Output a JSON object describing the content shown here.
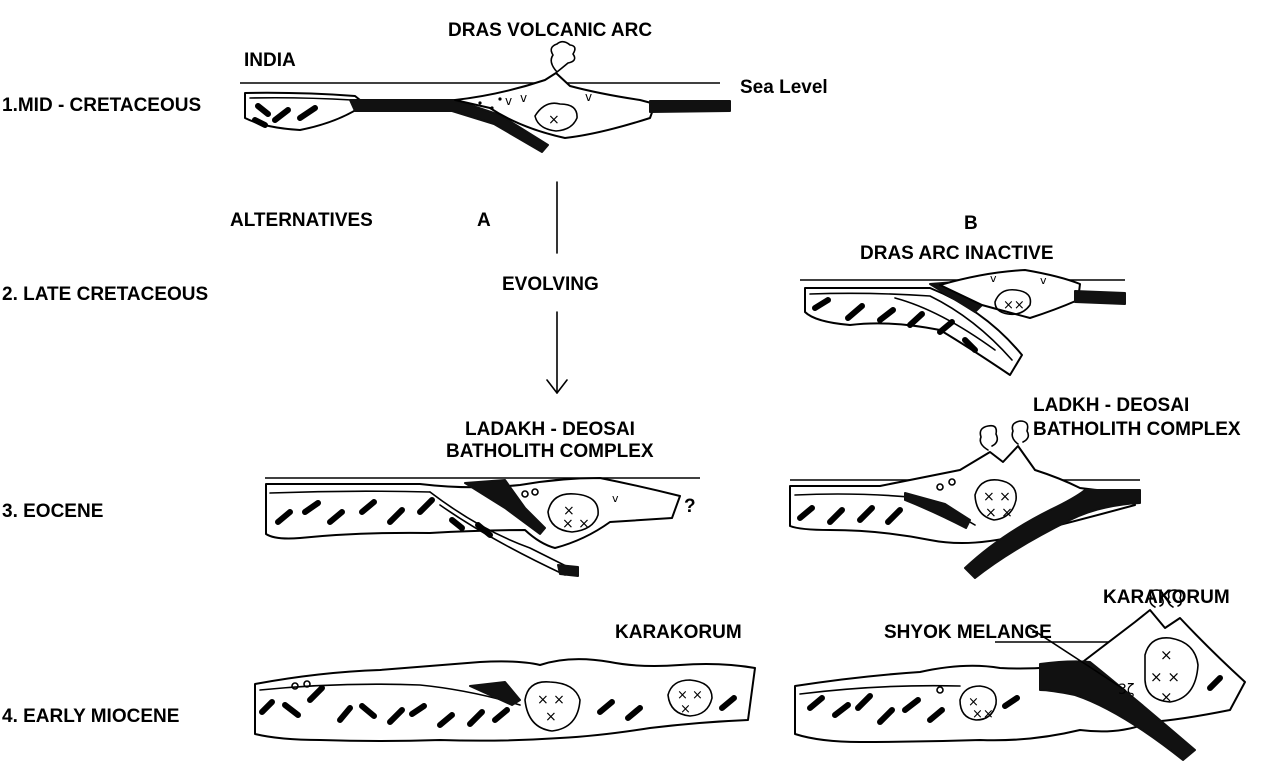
{
  "labels": {
    "dras_volcanic_arc": "DRAS VOLCANIC ARC",
    "india": "INDIA",
    "sea_level": "Sea Level",
    "stage1": "1.MID - CRETACEOUS",
    "alternatives": "ALTERNATIVES",
    "alt_a": "A",
    "alt_b": "B",
    "dras_arc_inactive": "DRAS ARC INACTIVE",
    "stage2": "2.  LATE CRETACEOUS",
    "evolving": "EVOLVING",
    "ladakh_line1": "LADAKH - DEOSAI",
    "ladakh_line2": "BATHOLITH  COMPLEX",
    "ladkh_line1": "LADKH - DEOSAI",
    "ladkh_line2": "BATHOLITH COMPLEX",
    "stage3": "3.  EOCENE",
    "question": "?",
    "karakorum_a": "KARAKORUM",
    "karakorum_b": "KARAKORUM",
    "shyok_melange": "SHYOK MELANGE",
    "stage4": "4.  EARLY MIOCENE"
  },
  "icons": [
    "volcanic-plume-icon",
    "granite-cross-icon",
    "arrow-down-icon"
  ]
}
